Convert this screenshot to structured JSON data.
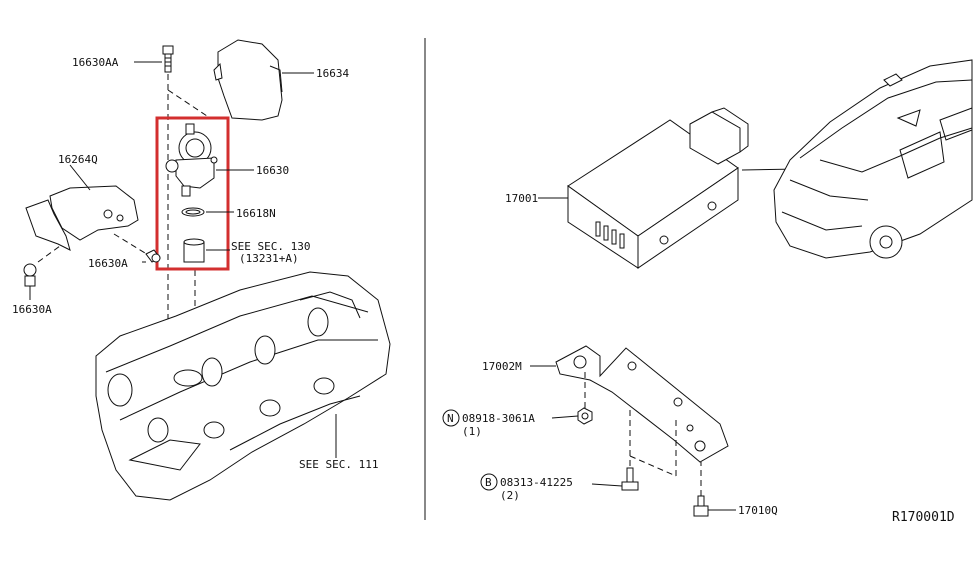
{
  "diagram_id": "R170001D",
  "labels": {
    "p16630AA": "16630AA",
    "p16634": "16634",
    "p16264Q": "16264Q",
    "p16630": "16630",
    "p16618N": "16618N",
    "see130_line1": "SEE SEC. 130",
    "see130_line2": "(13231+A)",
    "p16630A_bolt": "16630A",
    "p16630A_left": "16630A",
    "see111": "SEE SEC. 111",
    "p17001": "17001",
    "p17002M": "17002M",
    "n_symbol": "N",
    "n_part": "08918-3061A",
    "n_qty": "(1)",
    "b_symbol": "B",
    "b_part": "08313-41225",
    "b_qty": "(2)",
    "p17010Q": "17010Q"
  },
  "highlight": {
    "color": "#d32f2f"
  }
}
